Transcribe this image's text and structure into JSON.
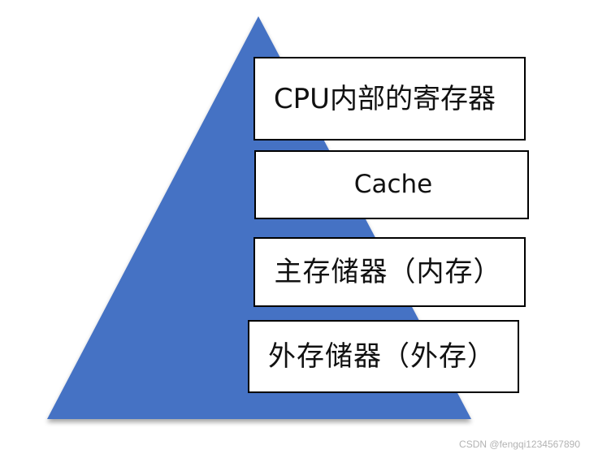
{
  "colors": {
    "pyramid_fill": "#4472C4",
    "box_border": "#000000",
    "box_fill": "#ffffff"
  },
  "layers": [
    {
      "label": "CPU内部的寄存器"
    },
    {
      "label": "Cache"
    },
    {
      "label": "主存储器（内存）"
    },
    {
      "label": "外存储器（外存）"
    }
  ],
  "watermark": "CSDN @fengqi1234567890"
}
